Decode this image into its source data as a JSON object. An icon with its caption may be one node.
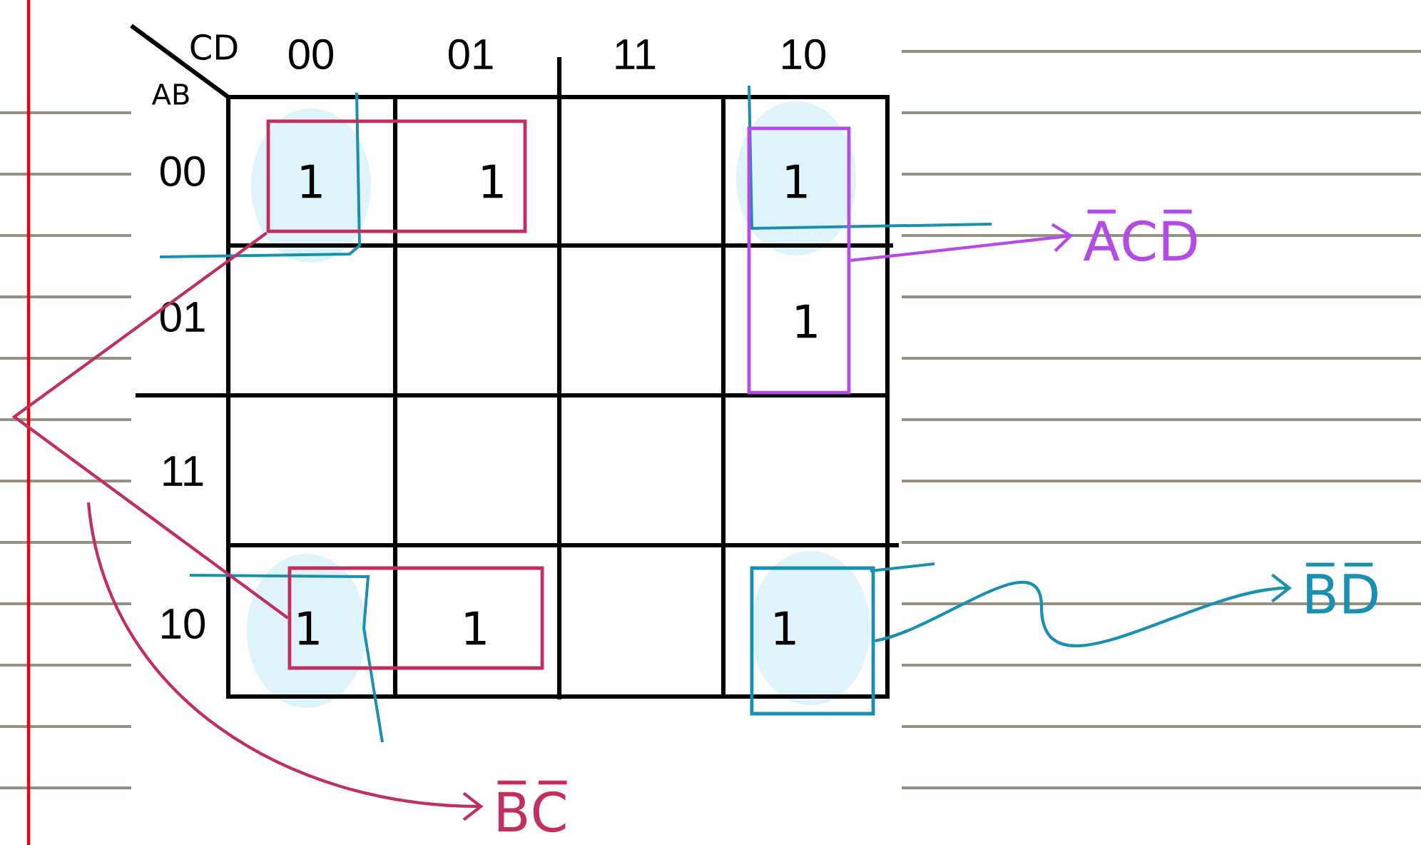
{
  "diagram": {
    "nodes": [
      {
        "text": [],
        "shape": "box"
      },
      {
        "text": [],
        "shape": "box"
      },
      {
        "text": [
          "A̅CD̅"
        ]
      },
      {
        "text": [],
        "shape": "box"
      },
      {
        "text": [],
        "shape": "box"
      },
      {
        "text": [
          "B̅D̅"
        ]
      },
      {
        "text": [
          "B̅C̅"
        ]
      }
    ],
    "edges": [
      {
        "from": 1,
        "to": 2,
        "arrow": "to",
        "color": "#b44be6"
      },
      {
        "from": 0,
        "to": 3,
        "arrow": "none",
        "color": "#c0305a"
      },
      {
        "from": 4,
        "to": 5,
        "arrow": "to",
        "color": "#1a8fb0"
      },
      {
        "from": null,
        "to": 6,
        "arrow": "to",
        "color": "#c0305a"
      }
    ],
    "labels": [
      "CD",
      "AB",
      "00",
      "01",
      "11",
      "10",
      "00",
      "01",
      "11",
      "10",
      "1",
      "1",
      "1",
      "1",
      "1",
      "1",
      "1"
    ]
  }
}
